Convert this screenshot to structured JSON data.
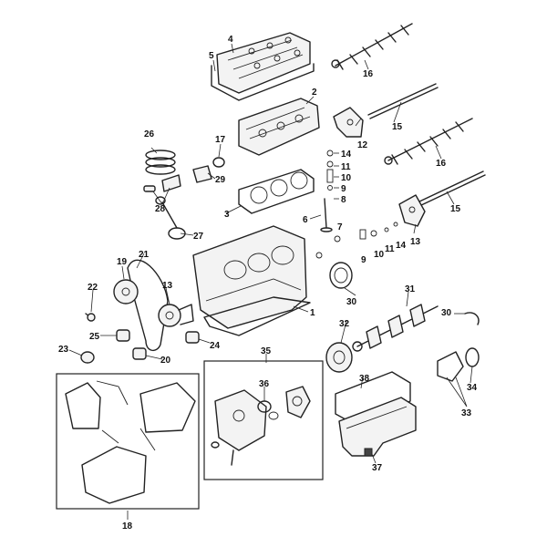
{
  "callouts": {
    "c1": "1",
    "c2": "2",
    "c3": "3",
    "c4": "4",
    "c5": "5",
    "c6": "6",
    "c7": "7",
    "c8": "8",
    "c9": "9",
    "c10a": "10",
    "c10b": "10",
    "c11a": "11",
    "c11b": "11",
    "c12": "12",
    "c13": "13",
    "c14a": "14",
    "c14b": "14",
    "c15a": "15",
    "c15b": "15",
    "c16a": "16",
    "c16b": "16",
    "c17": "17",
    "c18": "18",
    "c19": "19",
    "c20": "20",
    "c21": "21",
    "c22": "22",
    "c23": "23",
    "c24": "24",
    "c25": "25",
    "c26": "26",
    "c27": "27",
    "c28": "28",
    "c29": "29",
    "c30a": "30",
    "c30b": "30",
    "c31": "31",
    "c32": "32",
    "c33": "33",
    "c34": "34",
    "c35": "35",
    "c36": "36",
    "c37": "37",
    "c38": "38"
  }
}
